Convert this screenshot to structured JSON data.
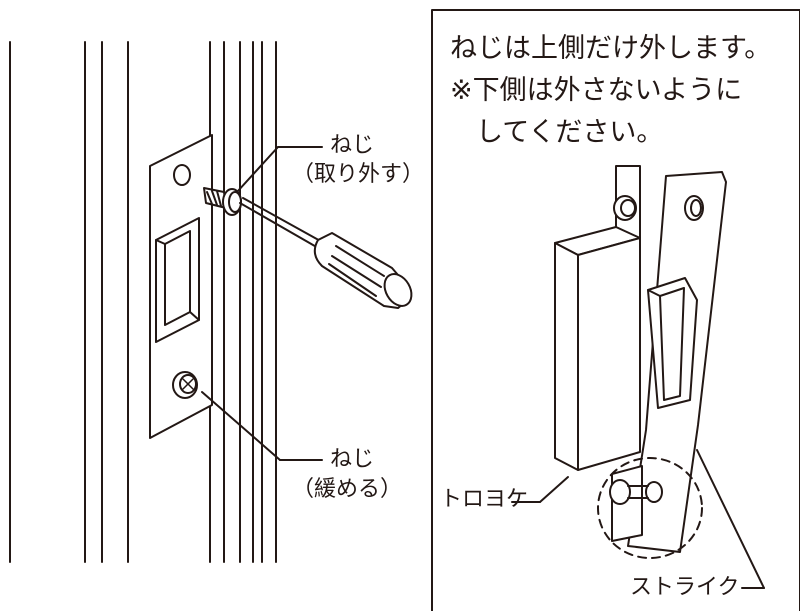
{
  "note": {
    "line1": "ねじは上側だけ外します。",
    "line2": "※下側は外さないように",
    "line3": "してください。"
  },
  "labels": {
    "screw_top": "ねじ",
    "screw_top_action": "（取り外す）",
    "screw_bottom": "ねじ",
    "screw_bottom_action": "（緩める）",
    "guide": "トロヨケ",
    "strike": "ストライク"
  }
}
